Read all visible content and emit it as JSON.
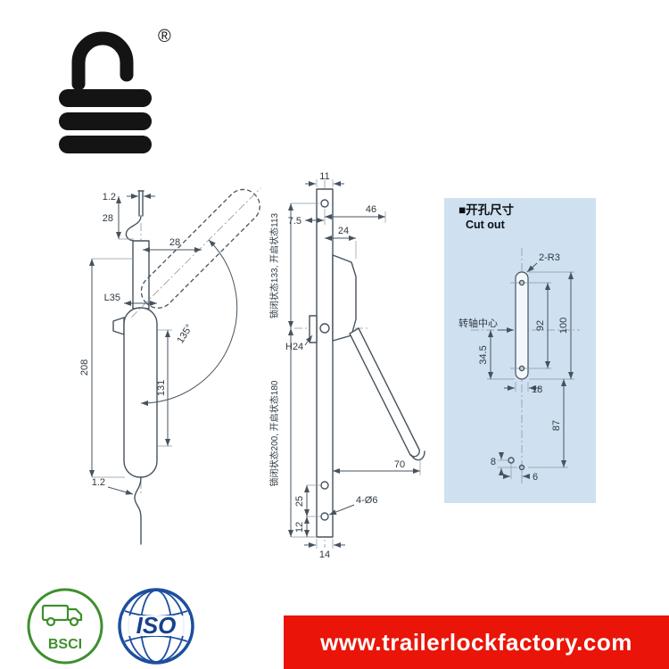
{
  "brand": {
    "registered_mark": "®"
  },
  "drawing": {
    "line_color": "#46535f",
    "side_view": {
      "dim_top_thickness": "1.2",
      "dim_top_height": "28",
      "dim_open_offset": "28",
      "dim_handle_width": "L35",
      "dim_total_length": "208",
      "dim_handle_length": "131",
      "dim_open_angle": "135°",
      "dim_bottom_thickness": "1.2"
    },
    "front_view": {
      "dim_top_width": "11",
      "dim_hole_inset": "7.5",
      "dim_body_width": "46",
      "dim_body_offset": "24",
      "state_dim_upper": "锁闭状态133, 开启状态113",
      "dim_slot_height": "H24",
      "state_dim_lower": "锁闭状态200, 开启状态180",
      "dim_arm_reach": "70",
      "mounting_holes": "4-Ø6",
      "dim_hole_spacing": "25",
      "dim_bottom_inset": "12",
      "dim_plate_width": "14"
    },
    "cutout": {
      "panel_color": "#cfe0f1",
      "title_cn": "■开孔尺寸",
      "title_en": "Cut out",
      "slot_radius": "2-R3",
      "axis_label": "转轴中心",
      "dim_hole_centers": "92",
      "dim_slot_length": "100",
      "dim_axis_to_end": "34.5",
      "dim_slot_width": "18",
      "dim_lower_span": "87",
      "dim_small_vertical": "8",
      "dim_small_horizontal": "6"
    }
  },
  "footer": {
    "bsci": {
      "label": "BSCI",
      "color": "#3f8f2e"
    },
    "iso": {
      "label": "ISO",
      "color": "#1d4f9e"
    },
    "banner": {
      "text": "www.trailerlockfactory.com",
      "color": "#ea1408"
    }
  }
}
